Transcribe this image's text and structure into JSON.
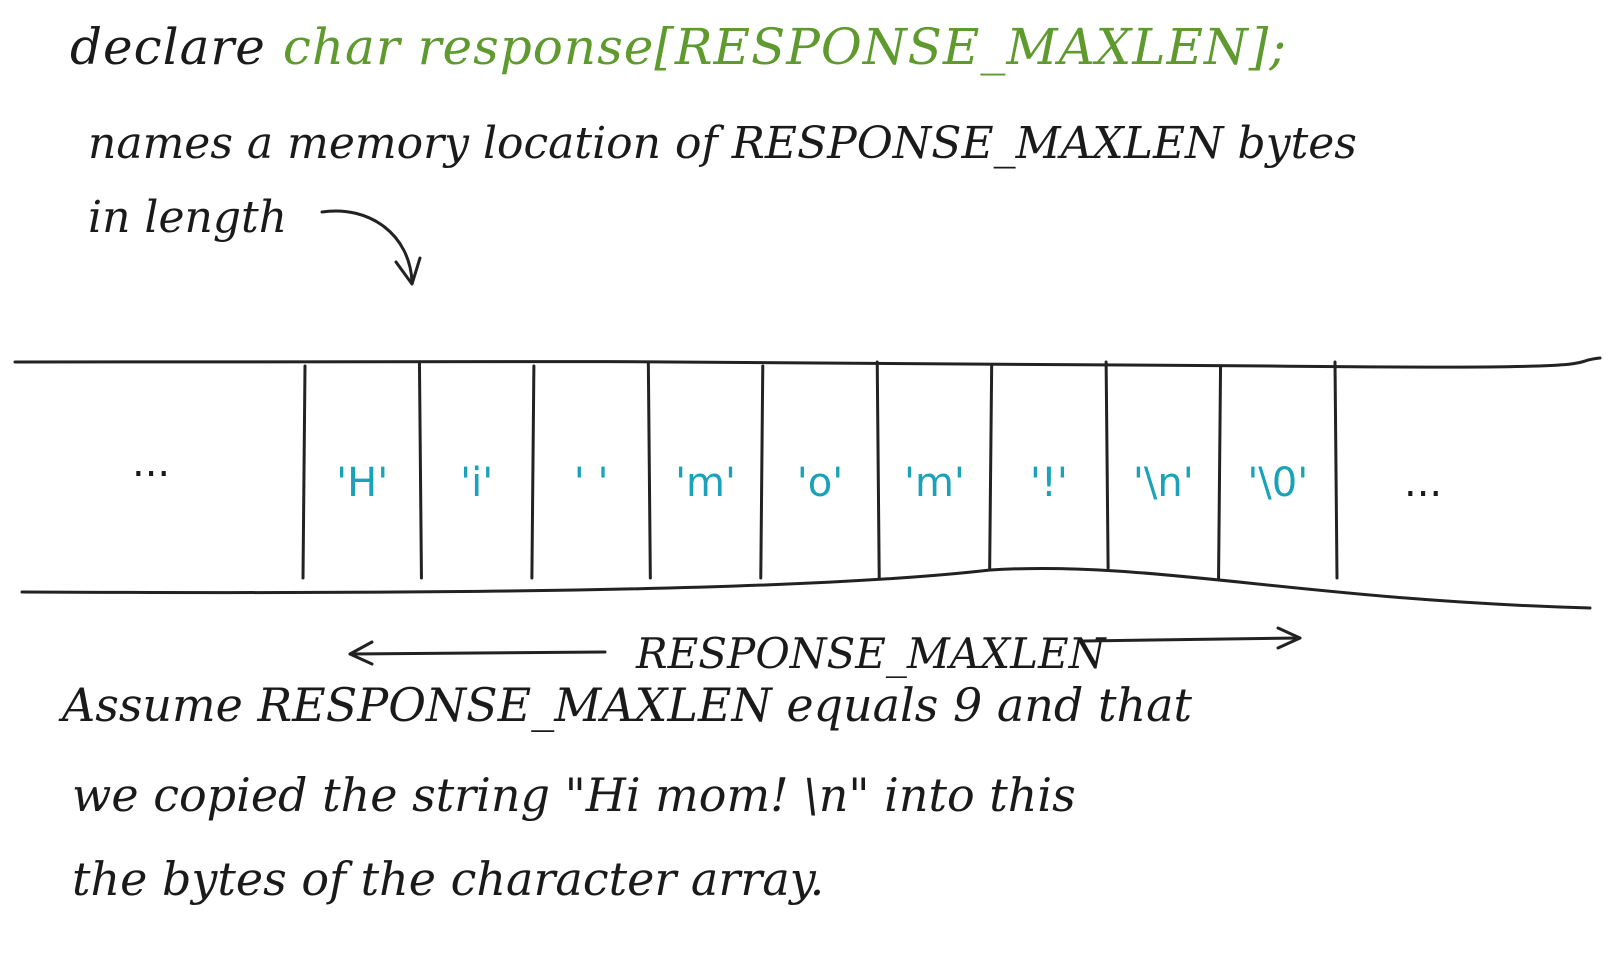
{
  "intro": {
    "line1_prefix": "declare",
    "line1_code": "char response[RESPONSE_MAXLEN];",
    "line2": "names a memory location of RESPONSE_MAXLEN bytes",
    "line3": "in length"
  },
  "array": {
    "leading_ellipsis": "...",
    "trailing_ellipsis": "...",
    "cells": [
      "'H'",
      "'i'",
      "' '",
      "'m'",
      "'o'",
      "'m'",
      "'!'",
      "'\\n'",
      "'\\0'"
    ],
    "cell_color": "#1aa3b8",
    "dimension_label": "RESPONSE_MAXLEN"
  },
  "footer": {
    "line1": "Assume RESPONSE_MAXLEN equals 9 and that",
    "line2": "we copied the string \"Hi mom! \\n\" into this",
    "line3": "the bytes of the character array."
  },
  "colors": {
    "code": "#5f9a2e",
    "ink": "#1a1a1a",
    "cell_text": "#1aa3b8"
  }
}
